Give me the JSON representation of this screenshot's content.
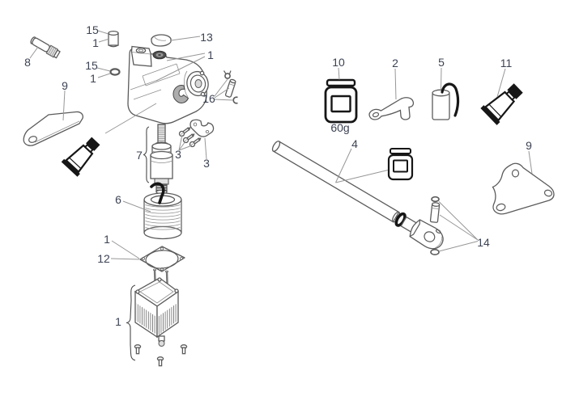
{
  "figure": {
    "background": "#ffffff",
    "outline_color": "#5b5b5b",
    "leader_color": "#979797",
    "label_color": "#3c4353",
    "ink_color": "#161616"
  },
  "callouts": {
    "pin15_top": {
      "label": "15"
    },
    "pin1_top": {
      "label": "1"
    },
    "cap13": {
      "label": "13"
    },
    "nozzle8": {
      "label": "8"
    },
    "oring15": {
      "label": "15"
    },
    "oring1": {
      "label": "1"
    },
    "housing1": {
      "label": "1"
    },
    "plate9_left": {
      "label": "9"
    },
    "pinset16": {
      "label": "16"
    },
    "armature7": {
      "label": "7"
    },
    "screws3": {
      "label": "3"
    },
    "bracket3": {
      "label": "3"
    },
    "coil6": {
      "label": "6"
    },
    "gasket1": {
      "label": "1"
    },
    "gasket12": {
      "label": "12"
    },
    "stator1": {
      "label": "1"
    },
    "jar10": {
      "label": "10"
    },
    "jar10_weight": {
      "label": "60g"
    },
    "lever2": {
      "label": "2"
    },
    "capacitor5": {
      "label": "5"
    },
    "glue11": {
      "label": "11"
    },
    "tube4": {
      "label": "4"
    },
    "bracket9_right": {
      "label": "9"
    },
    "pin14": {
      "label": "14"
    }
  }
}
